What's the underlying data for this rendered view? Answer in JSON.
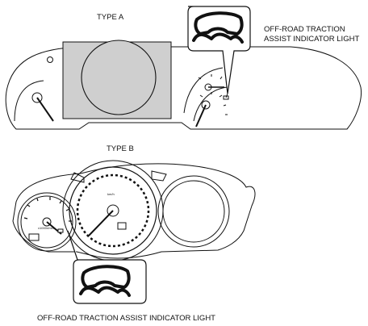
{
  "type_a": {
    "title": "TYPE A",
    "callout_line1": "OFF-ROAD TRACTION",
    "callout_line2": "ASSIST INDICATOR LIGHT",
    "icon": "off-road-traction-assist-icon"
  },
  "type_b": {
    "title": "TYPE B",
    "callout": "OFF-ROAD TRACTION ASSIST INDICATOR LIGHT",
    "icon": "off-road-traction-assist-icon",
    "tacho_unit": "x1000r/min",
    "speed_unit": "km/h"
  },
  "colors": {
    "lcd_fill": "#cfcfcf",
    "line": "#111111"
  }
}
